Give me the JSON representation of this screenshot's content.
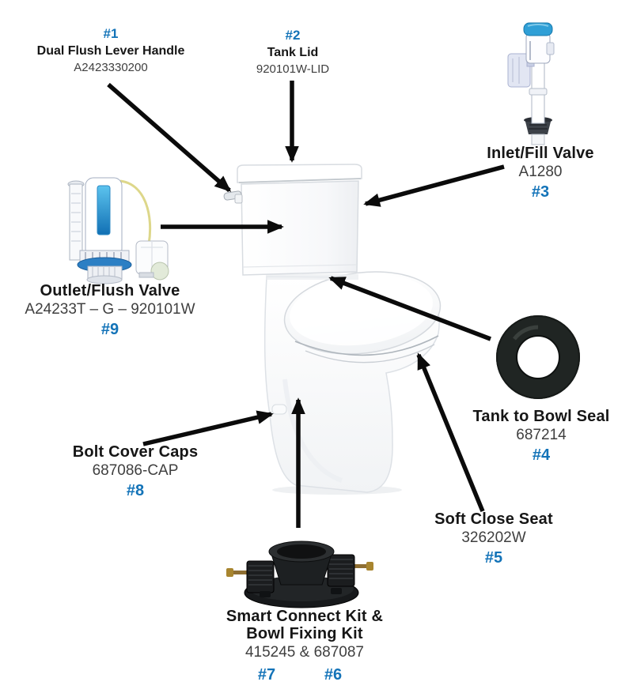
{
  "diagram": {
    "type": "toilet-parts-diagram",
    "background": "#ffffff"
  },
  "colors": {
    "part_number_blue": "#1373b8",
    "label_text": "#161616",
    "code_text": "#3f3f3f",
    "arrow_black": "#0b0b0b",
    "fill_valve_cap_blue": "#2f9fd6",
    "flush_valve_window_blue": "#1f7fc2",
    "seal_black": "#202523",
    "kit_black": "#1b1d1f"
  },
  "parts": {
    "dual_flush_lever_handle": {
      "number": "#1",
      "name": "Dual Flush Lever Handle",
      "code": "A2423330200"
    },
    "tank_lid": {
      "number": "#2",
      "name": "Tank Lid",
      "code": "920101W-LID"
    },
    "inlet_fill_valve": {
      "number": "#3",
      "name": "Inlet/Fill Valve",
      "code": "A1280"
    },
    "tank_to_bowl_seal": {
      "number": "#4",
      "name": "Tank to Bowl Seal",
      "code": "687214"
    },
    "soft_close_seat": {
      "number": "#5",
      "name": "Soft Close Seat",
      "code": "326202W"
    },
    "smart_connect_and_bowl_fixing_kit": {
      "name_line1": "Smart Connect Kit &",
      "name_line2": "Bowl Fixing Kit",
      "code": "415245 & 687087",
      "number_smart_connect": "#7",
      "number_bowl_fixing": "#6"
    },
    "bolt_cover_caps": {
      "number": "#8",
      "name": "Bolt Cover Caps",
      "code": "687086-CAP"
    },
    "outlet_flush_valve": {
      "number": "#9",
      "name": "Outlet/Flush Valve",
      "code": "A24233T – G – 920101W"
    }
  },
  "illustrations": {
    "toilet": "two-piece-toilet",
    "fill_valve": "inlet-fill-valve-photo",
    "flush_valve": "dual-flush-valve-with-cable-actuator-photo",
    "seal": "black-rubber-tank-to-bowl-seal-photo",
    "fixing_kit": "black-flange-fixing-kit-with-bolts-photo"
  }
}
